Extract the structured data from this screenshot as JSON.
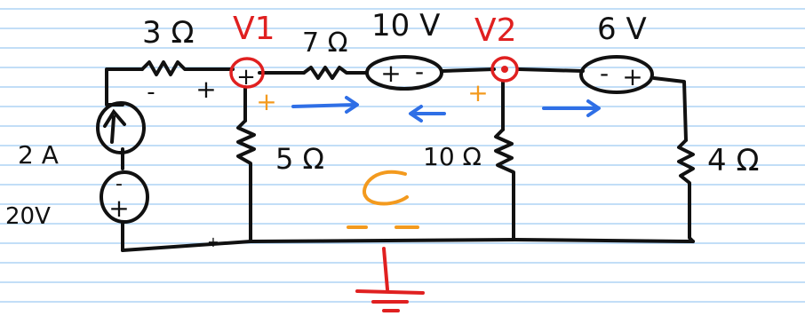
{
  "labels": {
    "r_3": "3 Ω",
    "v1": "V1",
    "r_7": "7 Ω",
    "v_10": "10 V",
    "v2": "V2",
    "v_6": "6 V",
    "i_2": "2 A",
    "v_20": "20V",
    "r_5": "5 Ω",
    "r_10": "10 Ω",
    "r_4": "4 Ω"
  },
  "signs": {
    "minus": "-",
    "plus": "+"
  },
  "colors": {
    "paper": "#ffffff",
    "rule_line": "#9ec9f2",
    "ink": "#111111",
    "node_red": "#e02020",
    "orange": "#f39a1e",
    "blue_arrow": "#2f6fe6",
    "ground_red": "#e02020"
  }
}
